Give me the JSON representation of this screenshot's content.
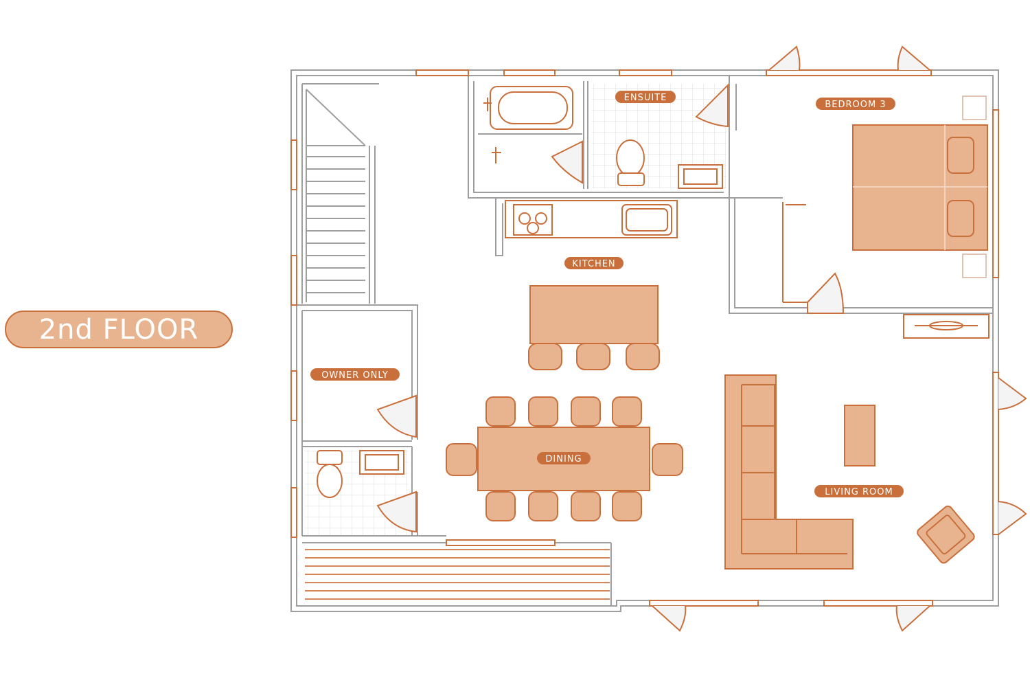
{
  "floor_label": "2nd FLOOR",
  "rooms": {
    "ensuite": "ENSUITE",
    "bedroom": "BEDROOM 3",
    "kitchen": "KITCHEN",
    "owner_only": "OWNER ONLY",
    "dining": "DINING",
    "living_room": "LIVING ROOM"
  },
  "colors": {
    "accent": "#c96f3b",
    "fill": "#e8b48f",
    "wall": "#9e9e9e",
    "grid": "#dcdcdc"
  }
}
